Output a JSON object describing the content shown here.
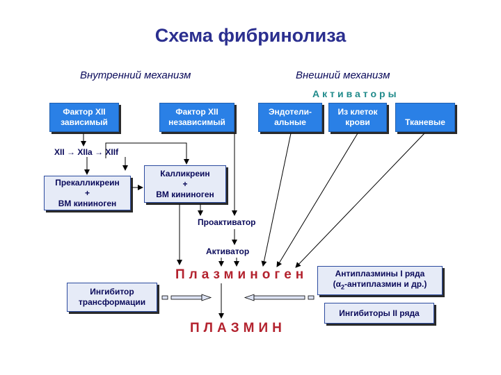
{
  "title": "Схема фибринолиза",
  "intrinsic_heading": "Внутренний механизм",
  "extrinsic_heading": "Внешний механизм",
  "activators_label": "Активаторы",
  "nodes": {
    "factor_xii_dependent": [
      "Фактор XII",
      "зависимый"
    ],
    "factor_xii_independent": [
      "Фактор XII",
      "независимый"
    ],
    "endothelial": [
      "Эндотели-",
      "альные"
    ],
    "blood_cells": [
      "Из клеток",
      "крови"
    ],
    "tissue": "Тканевые",
    "chain": {
      "xii": "XII",
      "xiia": "XIIa",
      "xiif": "XIIf",
      "arrow": "→"
    },
    "prekallikrein": [
      "Прекалликреин",
      "+",
      "ВМ кининоген"
    ],
    "kallikrein": [
      "Калликреин",
      "+",
      "ВМ кининоген"
    ],
    "proactivator": "Проактиватор",
    "activator": "Активатор",
    "plasminogen": "Плазминоген",
    "plasmin": "ПЛАЗМИН",
    "transformation_inhibitor": [
      "Ингибитор",
      "трансформации"
    ],
    "antiplasmins_1": {
      "line1": "Антиплазмины I ряда",
      "alpha": "α",
      "sub": "2",
      "line2_rest": "-антиплазмин и др.)",
      "paren_open": "("
    },
    "inhibitors_2": "Ингибиторы II ряда"
  },
  "colors": {
    "title": "#2b2f8f",
    "blue_box": "#2a80e6",
    "light_box": "#e6ebf7",
    "accent_red": "#b3222e",
    "activators_teal": "#1f8a8a"
  }
}
